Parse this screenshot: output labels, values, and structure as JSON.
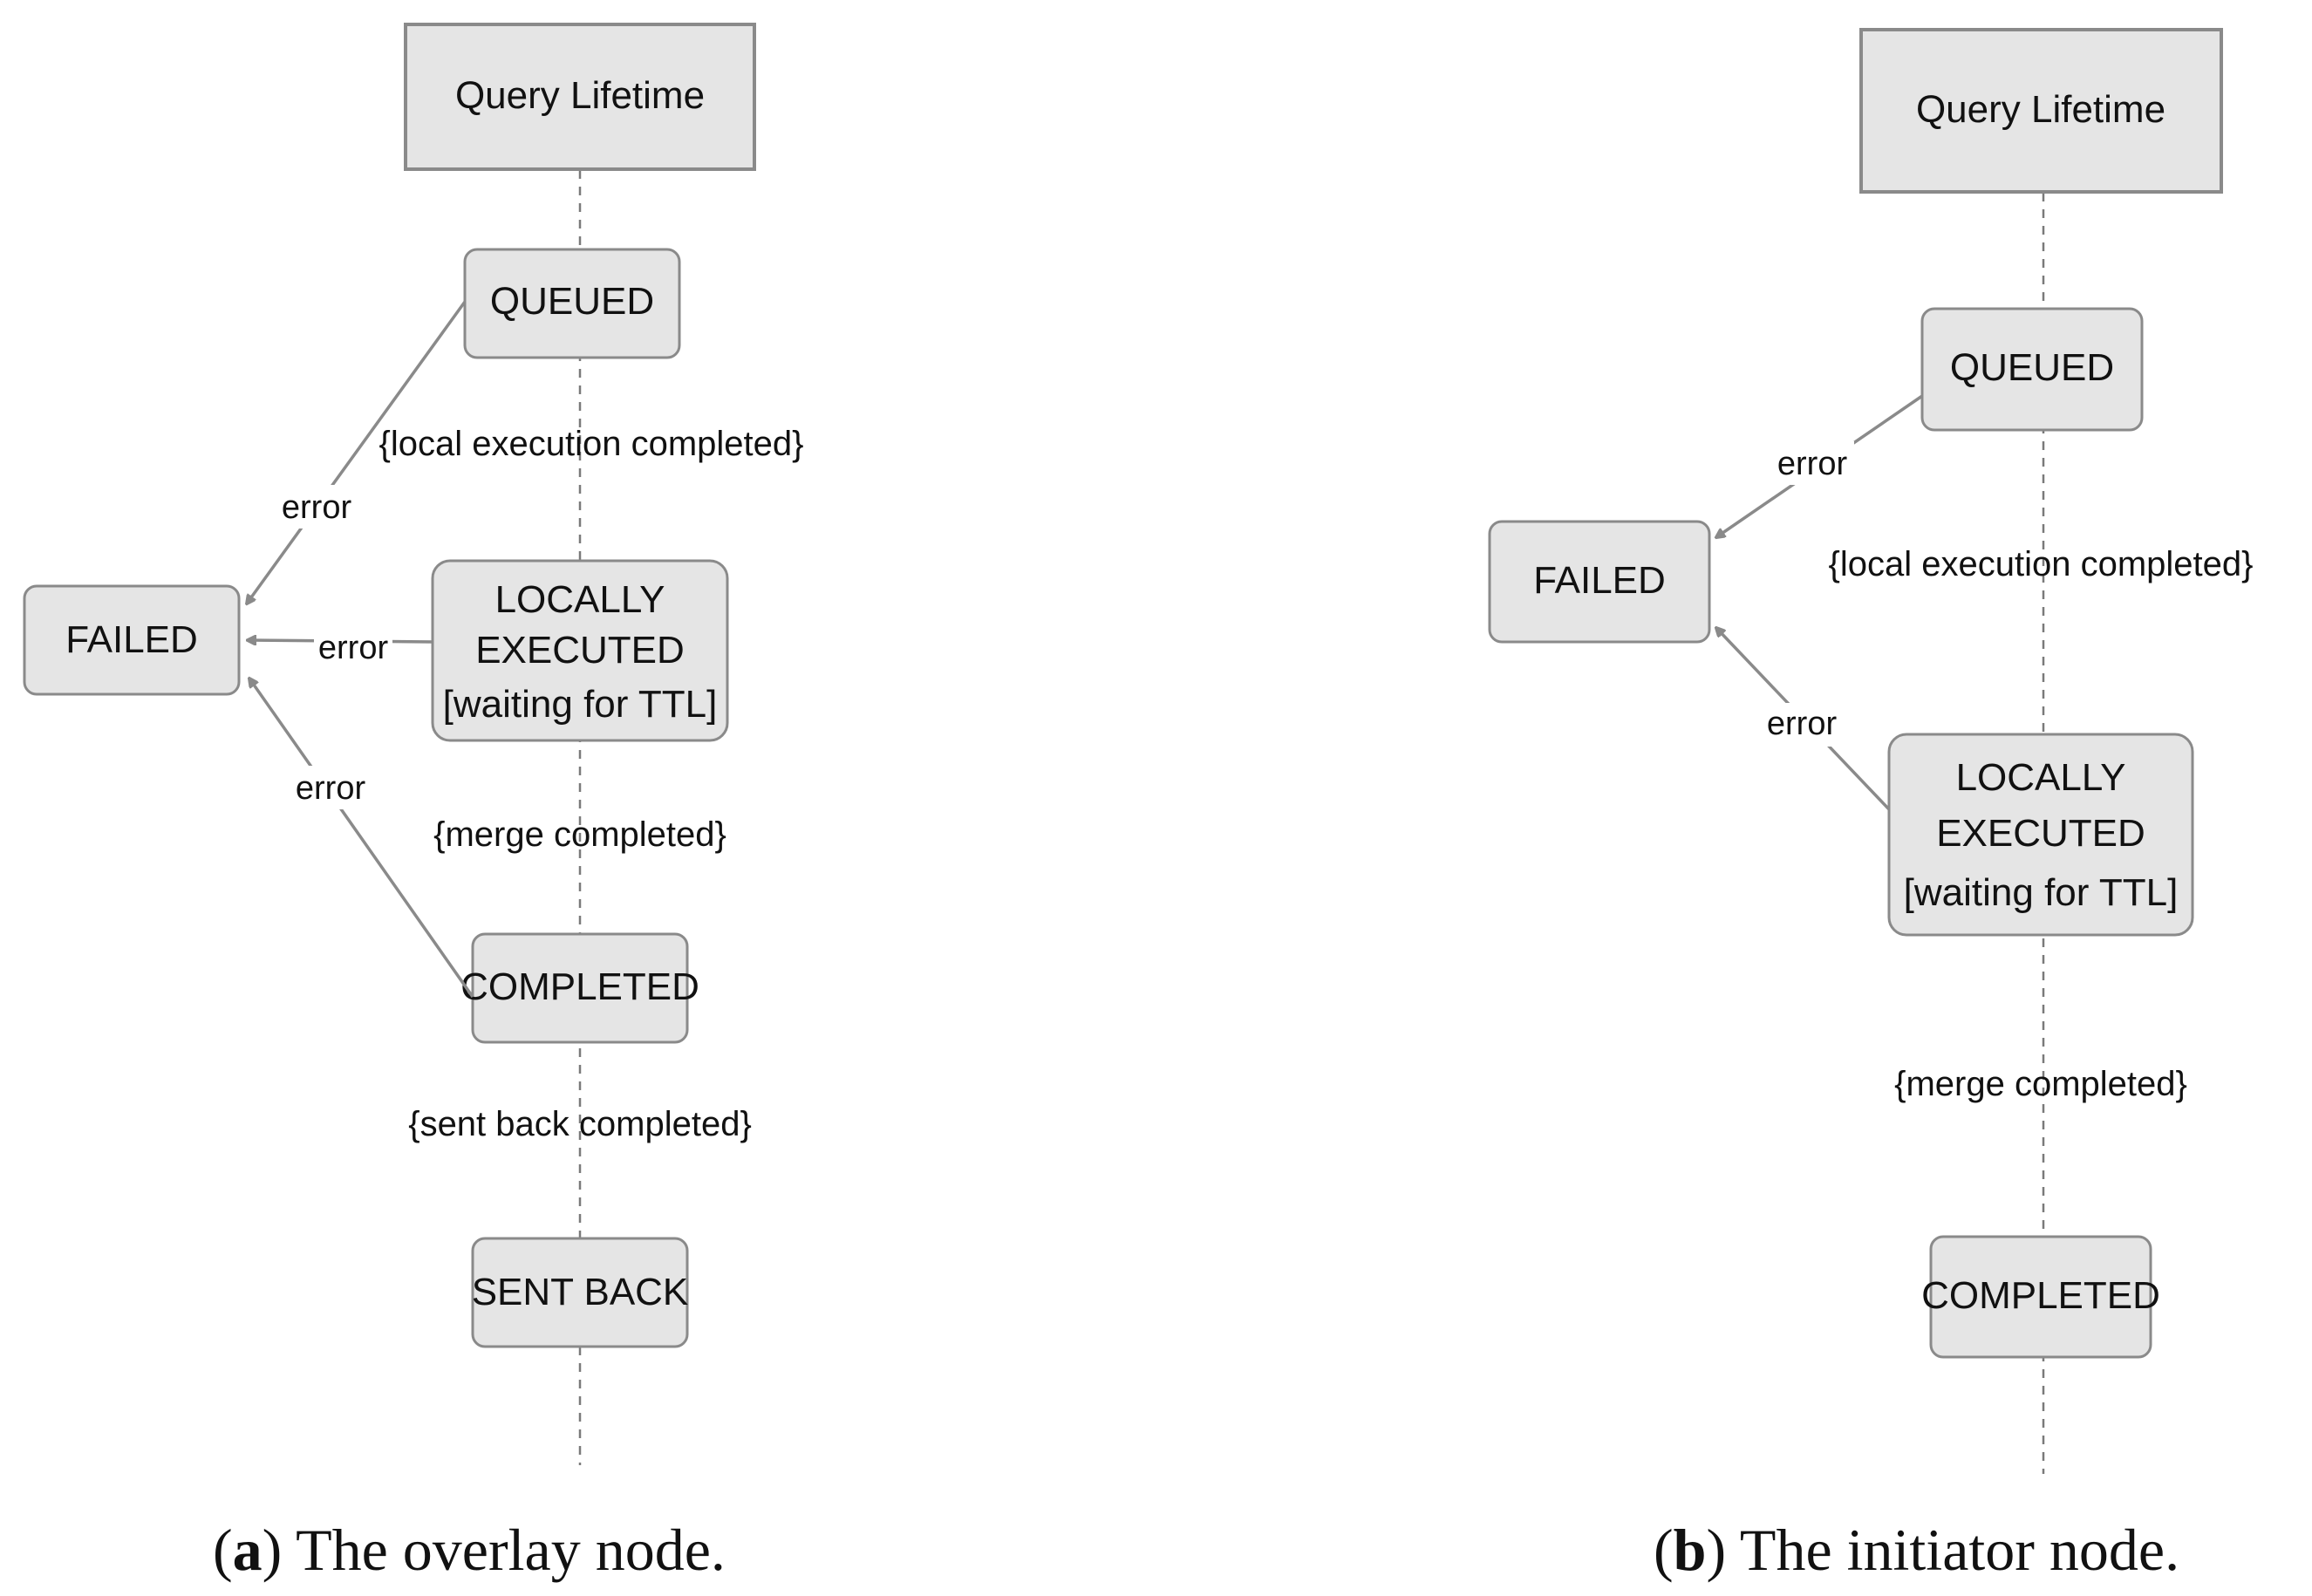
{
  "panel_a": {
    "header": "Query Lifetime",
    "queued": "QUEUED",
    "cond_local": "{local execution completed}",
    "locally_executed": [
      "LOCALLY",
      "EXECUTED",
      "[waiting for TTL]"
    ],
    "cond_merge": "{merge completed}",
    "completed": "COMPLETED",
    "cond_sent": "{sent back completed}",
    "sent_back": "SENT BACK",
    "failed": "FAILED",
    "error_labels": [
      "error",
      "error",
      "error"
    ],
    "caption_letter": "a",
    "caption_text": " The overlay node."
  },
  "panel_b": {
    "header": "Query Lifetime",
    "queued": "QUEUED",
    "cond_local": "{local execution completed}",
    "locally_executed": [
      "LOCALLY",
      "EXECUTED",
      "[waiting for TTL]"
    ],
    "cond_merge": "{merge completed}",
    "completed": "COMPLETED",
    "failed": "FAILED",
    "error_labels": [
      "error",
      "error"
    ],
    "caption_letter": "b",
    "caption_text": " The initiator node."
  }
}
